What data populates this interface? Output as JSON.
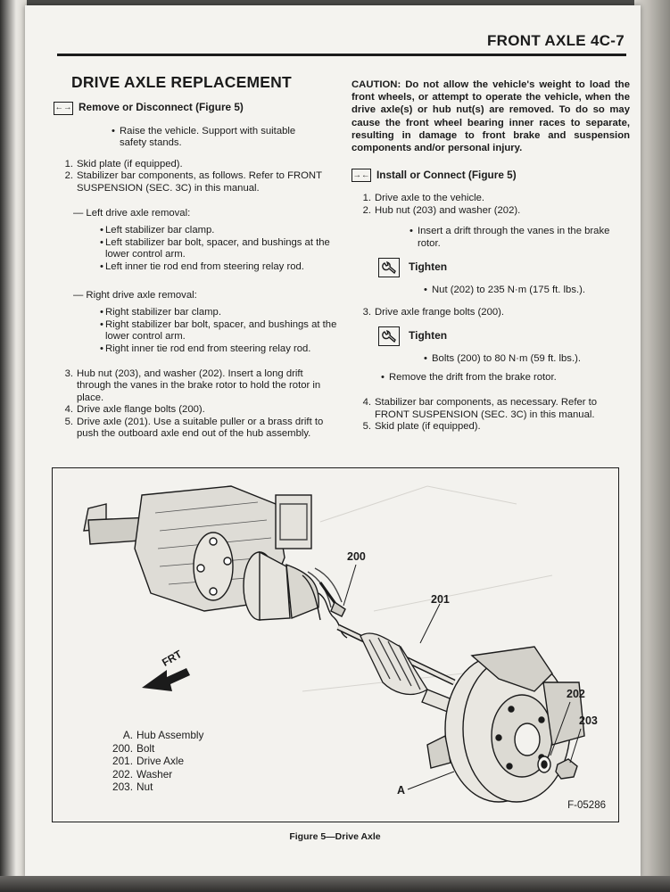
{
  "header": {
    "title": "FRONT AXLE 4C-7"
  },
  "section": {
    "title": "DRIVE AXLE REPLACEMENT"
  },
  "remove": {
    "icon": "remove-arrows-icon",
    "heading": "Remove or Disconnect (Figure 5)",
    "raise_bullet": "Raise the vehicle. Support with suitable safety stands.",
    "step1": "Skid plate (if equipped).",
    "step2": "Stabilizer bar components, as follows. Refer to FRONT SUSPENSION (SEC. 3C) in this manual.",
    "left_head": "— Left drive axle removal:",
    "left_items": [
      "Left stabilizer bar clamp.",
      "Left stabilizer bar bolt, spacer, and bushings at the lower control arm.",
      "Left inner tie rod end from steering relay rod."
    ],
    "right_head": "— Right drive axle removal:",
    "right_items": [
      "Right stabilizer bar clamp.",
      "Right stabilizer bar bolt, spacer, and bushings at the lower control arm.",
      "Right inner tie rod end from steering relay rod."
    ],
    "step3": "Hub nut (203), and washer (202). Insert a long drift through the vanes in the brake rotor to hold the rotor in place.",
    "step4": "Drive axle flange bolts (200).",
    "step5": "Drive axle (201). Use a suitable puller or a brass drift to push the outboard axle end out of the hub assembly."
  },
  "caution": "CAUTION: Do not allow the vehicle's weight to load the front wheels, or attempt to operate the vehicle, when the drive axle(s) or hub nut(s) are removed. To do so may cause the front wheel bearing inner races to separate, resulting in damage to front brake and suspension components and/or personal injury.",
  "install": {
    "icon": "install-arrows-icon",
    "heading": "Install or Connect (Figure 5)",
    "step1": "Drive axle to the vehicle.",
    "step2": "Hub nut (203) and washer (202).",
    "drift_bullet": "Insert a drift through the vanes in the brake rotor.",
    "tighten1_label": "Tighten",
    "tighten1_value": "Nut (202) to 235 N·m (175 ft. lbs.).",
    "step3": "Drive axle frange bolts (200).",
    "tighten2_label": "Tighten",
    "tighten2_value": "Bolts (200) to 80 N·m (59 ft. lbs.).",
    "remove_drift": "Remove the drift from the brake rotor.",
    "step4": "Stabilizer bar components, as necessary. Refer to FRONT SUSPENSION (SEC. 3C) in this manual.",
    "step5": "Skid plate (if equipped)."
  },
  "figure": {
    "callout_200": "200",
    "callout_201": "201",
    "callout_202": "202",
    "callout_203": "203",
    "callout_a": "A",
    "frt": "FRT",
    "legend": [
      {
        "key": "A.",
        "label": "Hub Assembly"
      },
      {
        "key": "200.",
        "label": "Bolt"
      },
      {
        "key": "201.",
        "label": "Drive Axle"
      },
      {
        "key": "202.",
        "label": "Washer"
      },
      {
        "key": "203.",
        "label": "Nut"
      }
    ],
    "id": "F-05286",
    "caption": "Figure 5—Drive Axle"
  },
  "colors": {
    "paper": "#f4f3ef",
    "ink": "#1b1b1b",
    "backdrop": "#4a4a48"
  }
}
